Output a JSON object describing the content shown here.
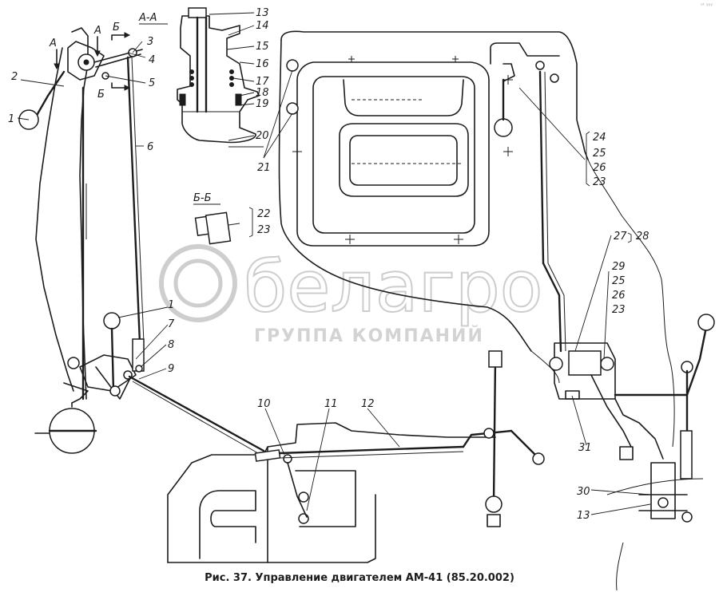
{
  "caption": "Рис. 37. Управление двигателем АМ-41 (85.20.002)",
  "corner_mark": "ᵒᵗ ʸʸʸ",
  "watermark": {
    "logo_text": "белагро",
    "subtitle": "ГРУППА КОМПАНИЙ"
  },
  "section_labels": {
    "aa": "А-А",
    "bb": "Б-Б",
    "a_left": "А",
    "a_mid": "А",
    "b_top": "Б",
    "b_bottom": "Б"
  },
  "callouts": {
    "c1_top": "1",
    "c2": "2",
    "c3": "3",
    "c4": "4",
    "c5": "5",
    "c6": "6",
    "c1_low": "1",
    "c7": "7",
    "c8": "8",
    "c9": "9",
    "c10": "10",
    "c11": "11",
    "c12": "12",
    "c13_top": "13",
    "c14": "14",
    "c15": "15",
    "c16": "16",
    "c17": "17",
    "c18": "18",
    "c19": "19",
    "c20": "20",
    "c21": "21",
    "c22": "22",
    "c23_bb": "23",
    "c24": "24",
    "c25_top": "25",
    "c26_top": "26",
    "c23_top": "23",
    "c27": "27",
    "c28": "28",
    "c29": "29",
    "c25_mid": "25",
    "c26_mid": "26",
    "c23_mid": "23",
    "c30": "30",
    "c13_low": "13",
    "c31": "31"
  }
}
